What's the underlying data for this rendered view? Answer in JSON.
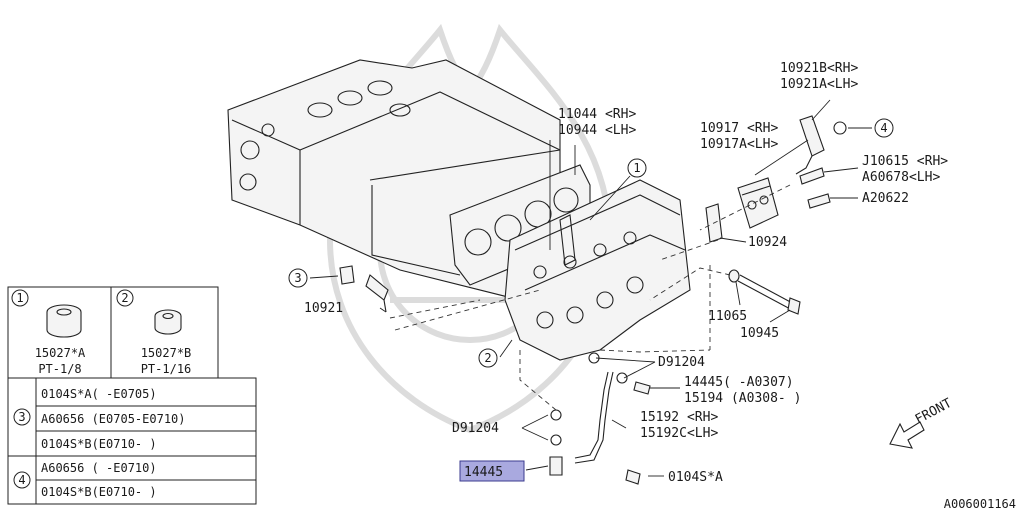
{
  "diagram_id": "A006001164",
  "front_label": "FRONT",
  "parts": {
    "p11044": "11044 <RH>",
    "p10944": "10944 <LH>",
    "p10921B": "10921B<RH>",
    "p10921A": "10921A<LH>",
    "p10917": "10917 <RH>",
    "p10917A": "10917A<LH>",
    "pJ10615": "J10615 <RH>",
    "pA60678": "A60678<LH>",
    "pA20622": "A20622",
    "p10924": "10924",
    "p10921": "10921",
    "p11065": "11065",
    "p10945": "10945",
    "pD91204_a": "D91204",
    "p14445_a": "14445( -A0307)",
    "p15194": "15194 (A0308- )",
    "p15192": "15192 <RH>",
    "p15192C": "15192C<LH>",
    "pD91204_b": "D91204",
    "p14445_hl": "14445",
    "p0104SA": "0104S*A"
  },
  "callouts": {
    "c1": "1",
    "c2": "2",
    "c3": "3",
    "c4": "4"
  },
  "legend": {
    "cell1_num": "1",
    "cell1_part": "15027*A",
    "cell1_spec": "PT-1/8",
    "cell2_num": "2",
    "cell2_part": "15027*B",
    "cell2_spec": "PT-1/16",
    "row3_num": "3",
    "row3_lines": [
      "0104S*A( -E0705)",
      "A60656 (E0705-E0710)",
      "0104S*B(E0710- )"
    ],
    "row4_num": "4",
    "row4_lines": [
      "A60656 ( -E0710)",
      "0104S*B(E0710- )"
    ]
  }
}
